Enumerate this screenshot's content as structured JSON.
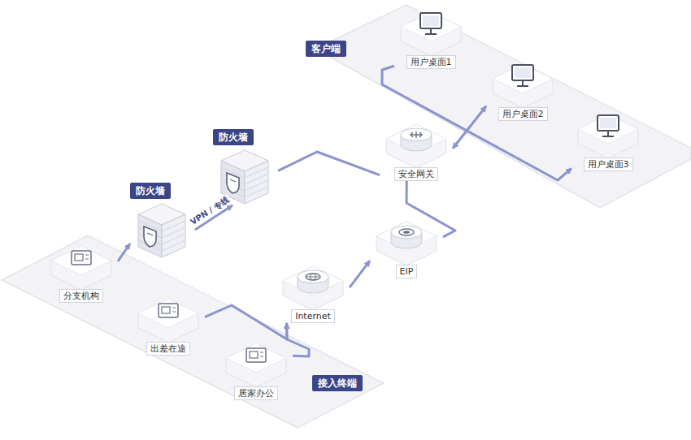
{
  "diagram": {
    "nodes": [
      {
        "text": [
          "客户端"
        ]
      },
      {
        "text": [
          "用户桌面1"
        ],
        "in": 0
      },
      {
        "text": [
          "用户桌面2"
        ],
        "in": 0
      },
      {
        "text": [
          "用户桌面3"
        ],
        "in": 0
      },
      {
        "text": [
          "安全网关"
        ]
      },
      {
        "text": [
          "防火墙"
        ]
      },
      {
        "text": [
          "防火墙"
        ]
      },
      {
        "text": [
          "EIP"
        ]
      },
      {
        "text": [
          "Internet"
        ]
      },
      {
        "text": [
          "接入终端"
        ]
      },
      {
        "text": [
          "分支机构"
        ],
        "in": 9
      },
      {
        "text": [
          "出差在途"
        ],
        "in": 9
      },
      {
        "text": [
          "居家办公"
        ],
        "in": 9
      }
    ],
    "edges": [
      {
        "from": 10,
        "to": 6,
        "arrow": "to"
      },
      {
        "from": 6,
        "to": 5,
        "label": "VPN / 专线",
        "arrow": "to"
      },
      {
        "from": 5,
        "to": 4,
        "arrow": "none"
      },
      {
        "from": 7,
        "to": 4,
        "arrow": "none"
      },
      {
        "from": 8,
        "to": 7,
        "arrow": "to"
      },
      {
        "from": 11,
        "to": 8,
        "arrow": "to"
      },
      {
        "from": 12,
        "to": 8,
        "arrow": "to"
      },
      {
        "from": 4,
        "to": 2,
        "arrow": "both"
      },
      {
        "from": 1,
        "to": 3,
        "arrow": "to"
      }
    ]
  }
}
